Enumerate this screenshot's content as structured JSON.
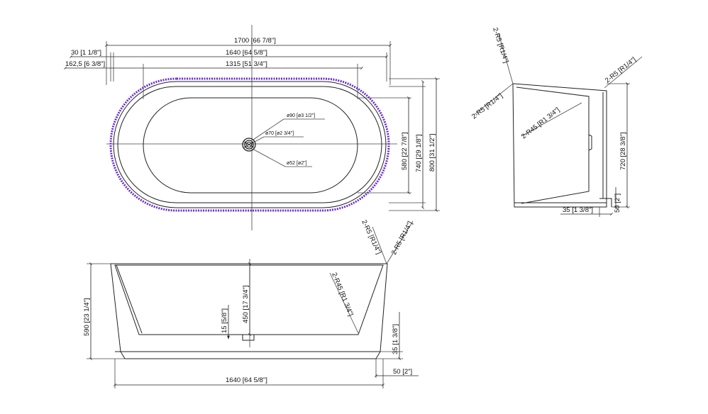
{
  "colors": {
    "stroke": "#222222",
    "overflow_rim": "#6a2bd1",
    "background": "#ffffff"
  },
  "top_view": {
    "overall_length": "1700 [66 7/8\"]",
    "rim_offset": "30 [1 1/8\"]",
    "outer_length": "1640 [64 5/8\"]",
    "inner_offset": "162,5 [6 3/8\"]",
    "inner_length": "1315 [51 3/4\"]",
    "drain_90": "ø90 [ø3 1/2\"]",
    "drain_70": "ø70 [ø2 3/4\"]",
    "drain_52": "ø52 [ø2\"]",
    "width_580": "580 [22 7/8\"]",
    "width_740": "740 [29 1/8\"]",
    "width_800": "800 [31 1/2\"]"
  },
  "side_view": {
    "radius_r5_a": "2-R5 [R1/4\"]",
    "radius_r5_b": "2-R5 [R1/4\"]",
    "radius_r45": "2-R45 [R1 3/4\"]",
    "height_590": "590 [23 1/4\"]",
    "depth_450": "450 [17 3/4\"]",
    "slope_15": "15 [5/8\"]",
    "base_35": "35 [1 3/8\"]",
    "base_length": "1640 [64 5/8\"]",
    "foot_50": "50 [2\"]"
  },
  "end_view": {
    "radius_r5_left_top": "2-R5 [R1/4\"]",
    "radius_r5_left": "2-R5 [R1/4\"]",
    "radius_r5_right": "2-R5 [R1/4\"]",
    "radius_r45": "2-R45 [R1 3/4\"]",
    "height_720": "720 [28 3/8\"]",
    "base_35": "35 [1 3/8\"]",
    "foot_50": "50 [2\"]"
  }
}
